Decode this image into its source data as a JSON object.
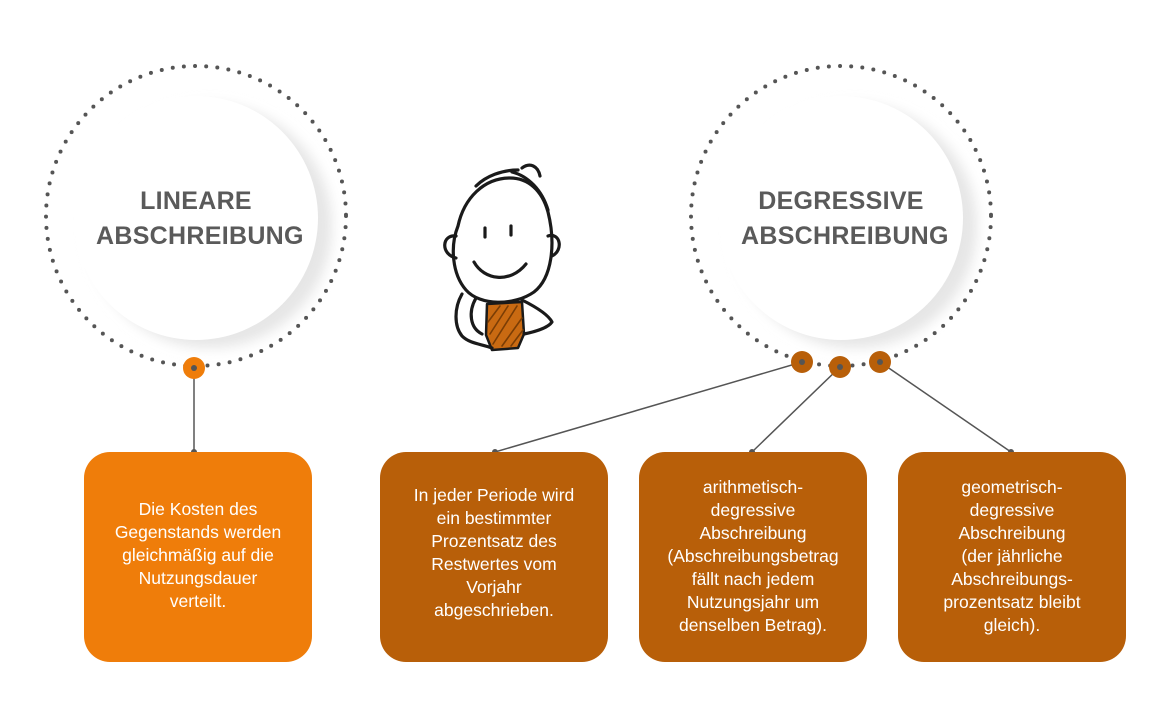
{
  "colors": {
    "orange_light": "#ef7d0a",
    "orange_dark": "#b85f09",
    "dots": "#555555",
    "title_text": "#5a5a5a",
    "box_text": "#ffffff"
  },
  "linear": {
    "title_lines": [
      "LINEARE",
      "ABSCHREIBUNG"
    ],
    "description_lines": [
      "Die Kosten des",
      "Gegenstands werden",
      "gleichmäßig auf die",
      "Nutzungsdauer",
      "verteilt."
    ]
  },
  "degressive": {
    "title_lines": [
      "DEGRESSIVE",
      "ABSCHREIBUNG"
    ],
    "definition_lines": [
      "In jeder Periode wird",
      "ein bestimmter",
      "Prozentsatz des",
      "Restwertes vom",
      "Vorjahr",
      "abgeschrieben."
    ],
    "arithmetic_lines": [
      "arithmetisch-",
      "degressive",
      "Abschreibung",
      "(Abschreibungsbetrag",
      "fällt nach jedem",
      "Nutzungsjahr um",
      "denselben Betrag)."
    ],
    "geometric_lines": [
      "geometrisch-",
      "degressive",
      "Abschreibung",
      "(der jährliche",
      "Abschreibungs-",
      "prozentsatz bleibt",
      "gleich)."
    ]
  },
  "illustration": {
    "icon": "thinking-stickman-icon"
  }
}
